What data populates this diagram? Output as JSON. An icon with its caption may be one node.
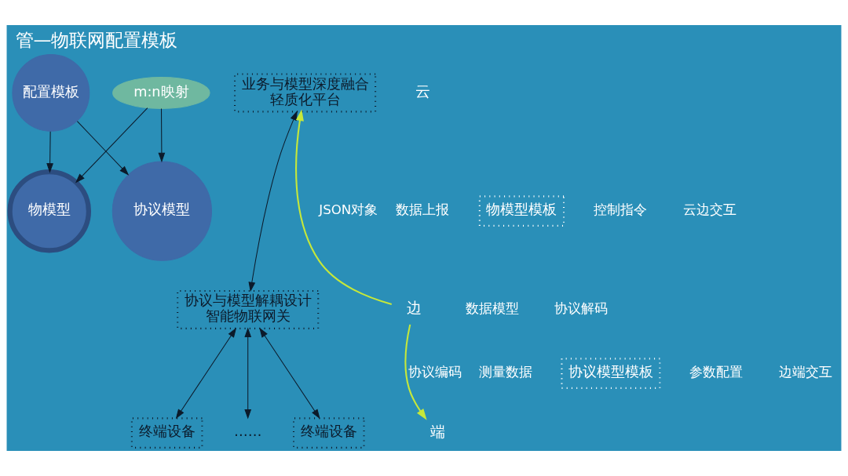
{
  "diagram": {
    "title": "管—物联网配置模板",
    "nodes": [
      {
        "text": [
          "配置模板"
        ]
      },
      {
        "text": [
          "物模型"
        ]
      },
      {
        "text": [
          "协议模型"
        ]
      },
      {
        "text": [
          "m:n映射"
        ]
      },
      {
        "text": [
          "业务与模型深度融合",
          "轻质化平台"
        ]
      },
      {
        "text": [
          "协议与模型解耦设计",
          "智能物联网关"
        ]
      },
      {
        "text": [
          "终端设备"
        ]
      },
      {
        "text": [
          "……"
        ]
      },
      {
        "text": [
          "终端设备"
        ]
      },
      {
        "text": [
          "云"
        ]
      },
      {
        "text": [
          "边"
        ]
      },
      {
        "text": [
          "端"
        ]
      },
      {
        "text": [
          "物模型模板"
        ]
      },
      {
        "text": [
          "协议模型模板"
        ]
      }
    ],
    "edges": [
      {
        "from": 0,
        "to": 1,
        "arrow": "to"
      },
      {
        "from": 0,
        "to": 2,
        "arrow": "to"
      },
      {
        "from": 3,
        "to": 1,
        "arrow": "to"
      },
      {
        "from": 3,
        "to": 2,
        "arrow": "to"
      },
      {
        "from": 4,
        "to": 5,
        "arrow": "both"
      },
      {
        "from": 5,
        "to": 6,
        "arrow": "both"
      },
      {
        "from": 5,
        "to": 7,
        "arrow": "both"
      },
      {
        "from": 5,
        "to": 8,
        "arrow": "both"
      },
      {
        "from": 10,
        "to": 4,
        "arrow": "to",
        "label": "JSON对象",
        "color": "#c6e83a"
      },
      {
        "from": 10,
        "to": 11,
        "arrow": "to",
        "label": "协议编码",
        "color": "#c6e83a"
      }
    ],
    "labels": [
      "数据上报",
      "控制指令",
      "测量数据",
      "参数配置",
      "云边交互",
      "数据模型",
      "协议解码",
      "边端交互"
    ]
  }
}
